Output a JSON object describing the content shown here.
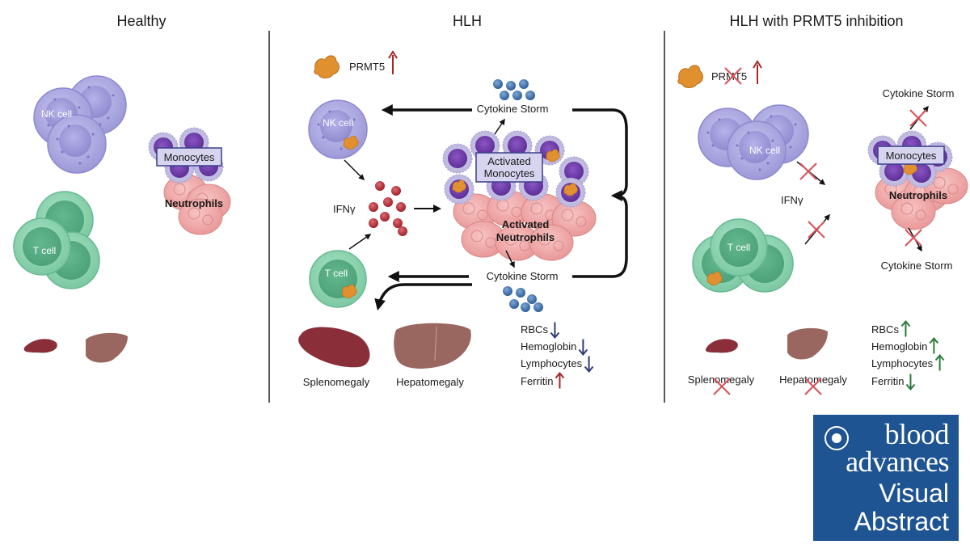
{
  "panels": {
    "healthy": {
      "title": "Healthy",
      "nk_label": "NK cell",
      "t_label": "T cell",
      "monocytes_label": "Monocytes",
      "neutrophils_label": "Neutrophils"
    },
    "hlh": {
      "title": "HLH",
      "prmt5_label": "PRMT5",
      "nk_label": "NK cell",
      "t_label": "T cell",
      "ifn_label": "IFNγ",
      "storm_top": "Cytokine Storm",
      "storm_bottom": "Cytokine Storm",
      "activated_monocytes_1": "Activated",
      "activated_monocytes_2": "Monocytes",
      "activated_neutrophils_1": "Activated",
      "activated_neutrophils_2": "Neutrophils",
      "splenomegaly": "Splenomegaly",
      "hepatomegaly": "Hepatomegaly",
      "labs": [
        {
          "label": "RBCs",
          "trend": "down"
        },
        {
          "label": "Hemoglobin",
          "trend": "down"
        },
        {
          "label": "Lymphocytes",
          "trend": "down"
        },
        {
          "label": "Ferritin",
          "trend": "up"
        }
      ]
    },
    "inhibition": {
      "title": "HLH with PRMT5 inhibition",
      "prmt5_label": "PRMT5",
      "nk_label": "NK cell",
      "t_label": "T cell",
      "ifn_label": "IFNγ",
      "storm_top": "Cytokine Storm",
      "storm_bottom": "Cytokine Storm",
      "monocytes_label": "Monocytes",
      "neutrophils_label": "Neutrophils",
      "splenomegaly": "Splenomegaly",
      "hepatomegaly": "Hepatomegaly",
      "labs": [
        {
          "label": "RBCs",
          "trend": "up"
        },
        {
          "label": "Hemoglobin",
          "trend": "up"
        },
        {
          "label": "Lymphocytes",
          "trend": "up"
        },
        {
          "label": "Ferritin",
          "trend": "down"
        }
      ]
    }
  },
  "logo": {
    "line1": "blood",
    "line2": "advances",
    "line3": "Visual",
    "line4": "Abstract"
  },
  "colors": {
    "nk": "#a9a6e0",
    "tcell": "#8ed6b2",
    "monocyte": "#6a3aa3",
    "neutrophil": "#f2a6a6",
    "ifn": "#b8323c",
    "cytokine": "#3f6ea6",
    "prmt5": "#e08a2e",
    "spleen": "#8a2f3a",
    "liver": "#9a6660",
    "up_red": "#a62626",
    "down_blue": "#2e3d75",
    "up_green": "#2b7a3a",
    "logo_bg": "#1f5493"
  }
}
